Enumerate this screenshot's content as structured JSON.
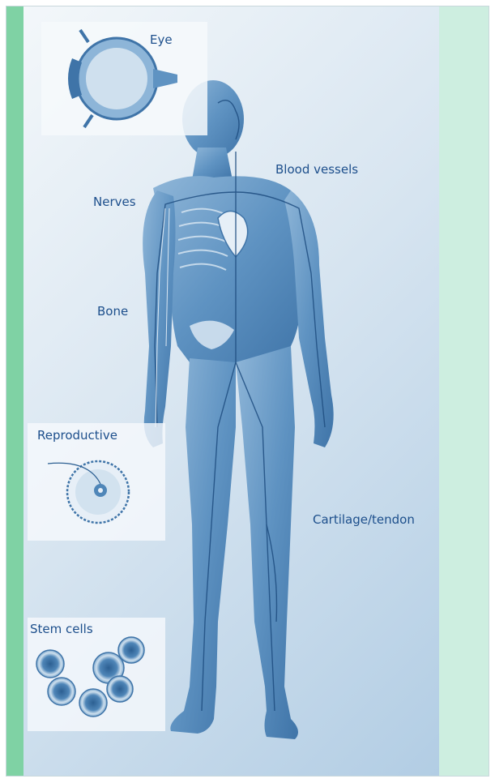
{
  "labels": {
    "eye": "Eye",
    "blood_vessels": "Blood vessels",
    "nerves": "Nerves",
    "bone": "Bone",
    "reproductive": "Reproductive",
    "cartilage_tendon": "Cartilage/tendon",
    "stem_cells": "Stem cells"
  },
  "colors": {
    "accent_strip": "#7fd2a4",
    "side_panel": "#cdeee0",
    "label_text": "#1d4f8c",
    "figure_blue": "#5a8fbe"
  }
}
